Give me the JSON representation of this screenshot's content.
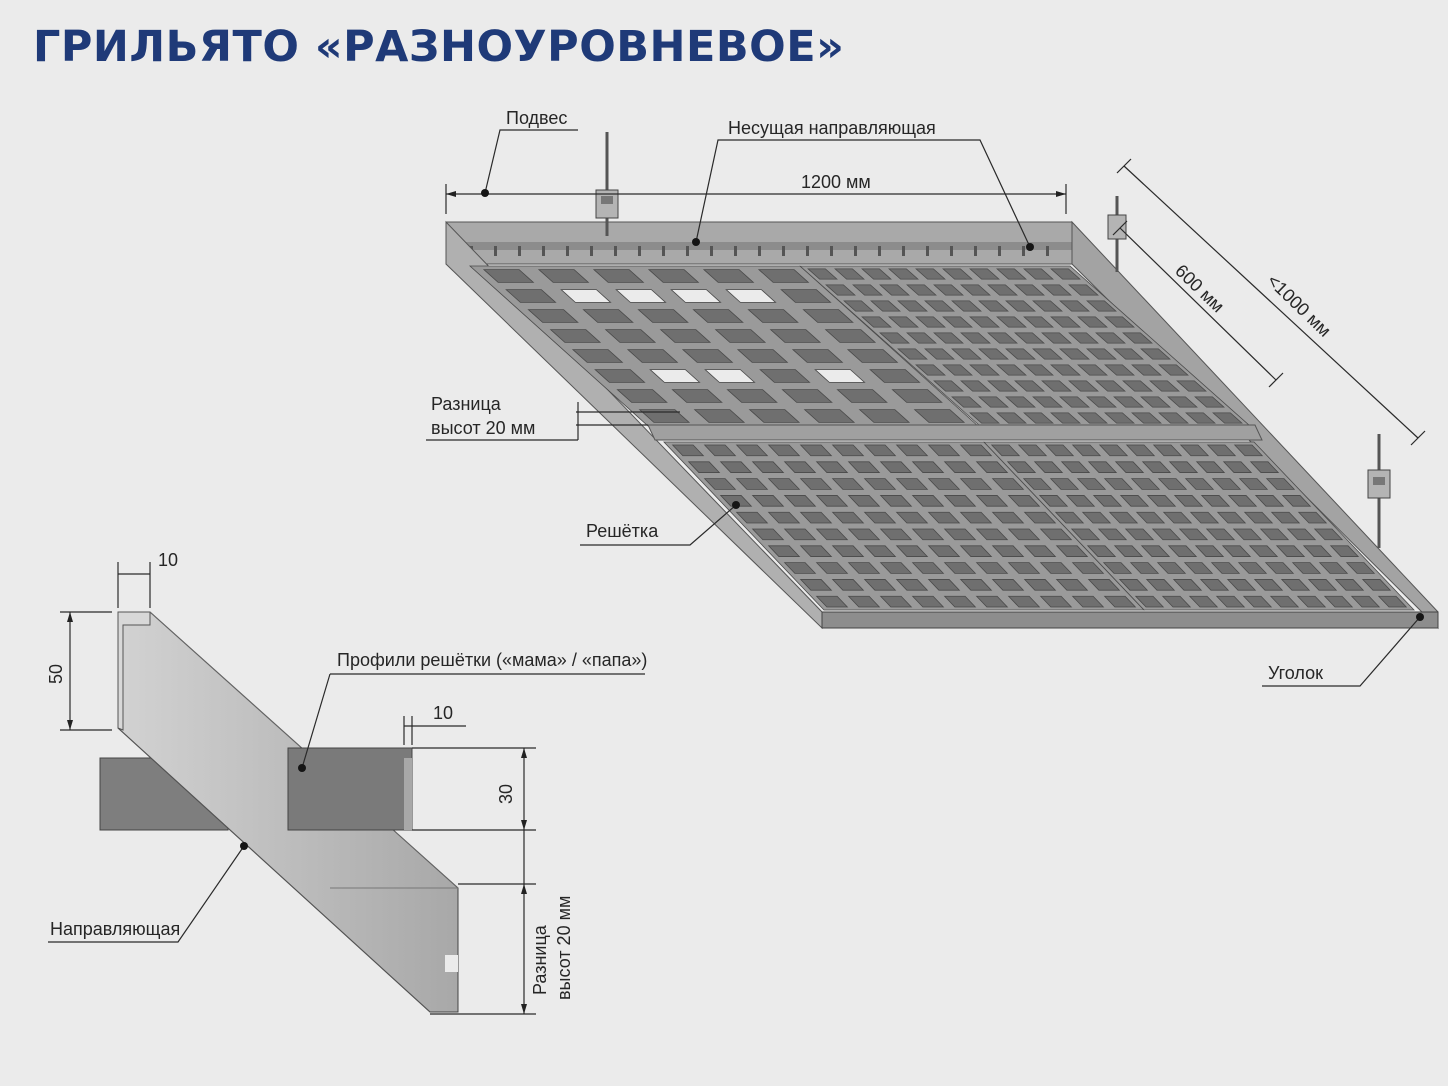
{
  "title": "ГРИЛЬЯТО «РАЗНОУРОВНЕВОЕ»",
  "labels": {
    "podves": "Подвес",
    "nesushchaya": "Несущая направляющая",
    "dim_1200": "1200 мм",
    "dim_600": "600 мм",
    "dim_1000": "<1000 мм",
    "raznitsa_top_1": "Разница",
    "raznitsa_top_2": "высот 20 мм",
    "reshetka": "Решётка",
    "ugolok": "Уголок",
    "dim_10_a": "10",
    "dim_50": "50",
    "profili": "Профили решётки («мама» / «папа»)",
    "dim_10_b": "10",
    "dim_30": "30",
    "napravlyayushchaya": "Направляющая",
    "raznitsa_bot_1": "Разница",
    "raznitsa_bot_2": "высот 20 мм"
  },
  "colors": {
    "title": "#1f3a78",
    "background": "#ebebeb",
    "metal_light": "#b9b9b9",
    "metal_mid": "#9a9a9a",
    "metal_dark": "#6f6f6f",
    "line": "#2a2a2a"
  }
}
